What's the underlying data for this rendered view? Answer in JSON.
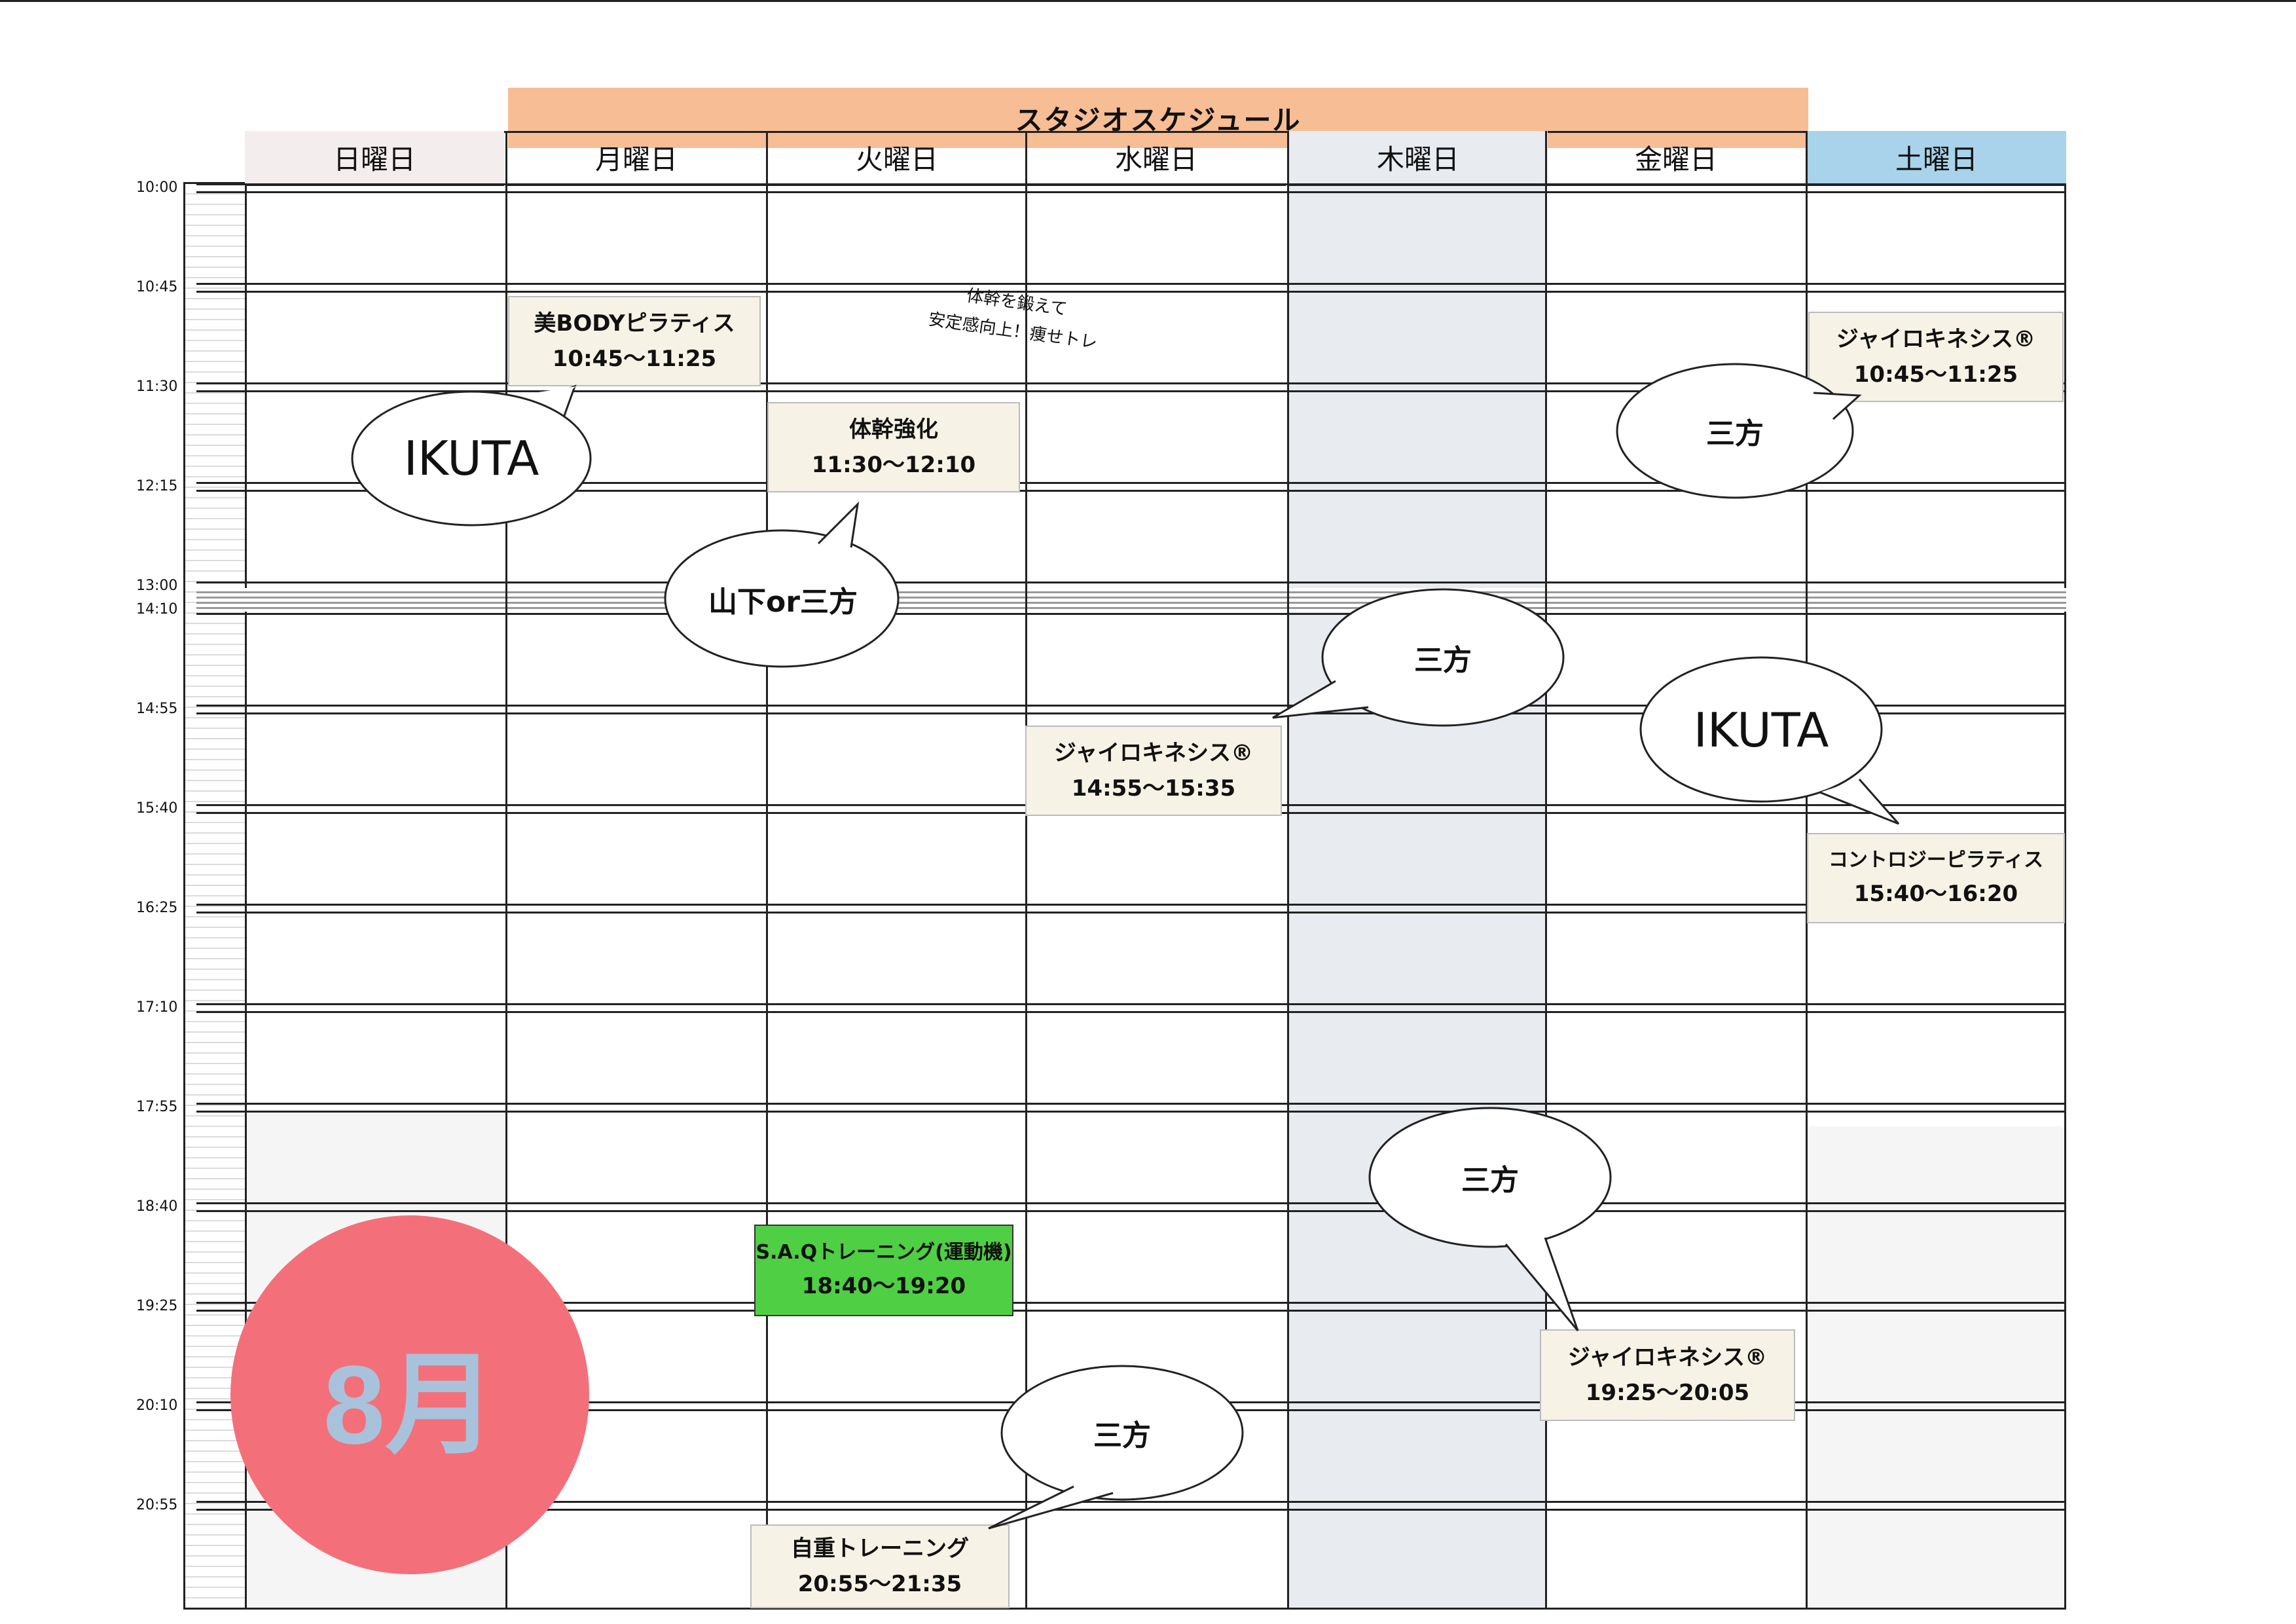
{
  "title": "スタジオスケジュール",
  "days": [
    "日曜日",
    "月曜日",
    "火曜日",
    "水曜日",
    "木曜日",
    "金曜日",
    "土曜日"
  ],
  "colors": {
    "banner": "#f7bd95",
    "saturday_header": "#a8d3ea",
    "sunday_header": "#f4eded",
    "closed_column": "#e8ebef",
    "session_bg": "#f6f3e6",
    "saq_green": "#4fcf44",
    "month_circle": "#f3707a",
    "month_text": "#a9c2db"
  },
  "times": [
    "10:00",
    "10:45",
    "11:30",
    "12:15",
    "13:00",
    "14:10",
    "14:55",
    "15:40",
    "16:25",
    "17:10",
    "17:55",
    "18:40",
    "19:25",
    "20:10",
    "20:55"
  ],
  "sessions": [
    {
      "day": "月曜日",
      "name": "美BODYピラティス",
      "time": "10:45〜11:25"
    },
    {
      "day": "火曜日",
      "name": "体幹強化",
      "time": "11:30〜12:10"
    },
    {
      "day": "土曜日",
      "name": "ジャイロキネシス®",
      "time": "10:45〜11:25"
    },
    {
      "day": "水曜日",
      "name": "ジャイロキネシス®",
      "time": "14:55〜15:35"
    },
    {
      "day": "土曜日",
      "name": "コントロジーピラティス",
      "time": "15:40〜16:20"
    },
    {
      "day": "火曜日",
      "name": "S.A.Qトレーニング(運動機)",
      "time": "18:40〜19:20"
    },
    {
      "day": "金曜日",
      "name": "ジャイロキネシス®",
      "time": "19:25〜20:05"
    },
    {
      "day": "火曜日",
      "name": "自重トレーニング",
      "time": "20:55〜21:35"
    }
  ],
  "note": {
    "line1": "体幹を鍛えて",
    "line2": "安定感向上！痩せトレ"
  },
  "instructors": [
    "IKUTA",
    "山下or三方",
    "三方",
    "三方",
    "IKUTA",
    "三方",
    "三方"
  ],
  "month": "8月"
}
